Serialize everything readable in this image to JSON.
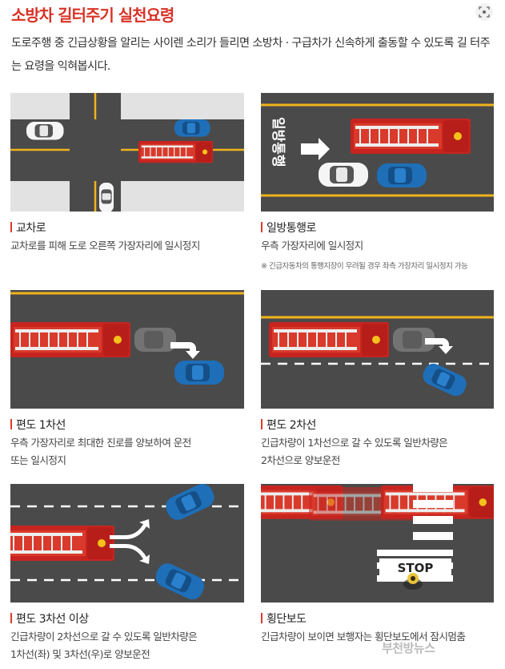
{
  "header": {
    "title": "소방차 길터주기 실천요령",
    "intro": "도로주행 중 긴급상황을 알리는 사이렌 소리가 들리면 소방차 · 구급차가 신속하게 출동할 수 있도록 길 터주는 요령을 익혀봅시다."
  },
  "panels": [
    {
      "title": "교차로",
      "lines": [
        "교차로를 피해 도로 오른쪽 가장자리에 일시정지"
      ]
    },
    {
      "title": "일방통행로",
      "lines": [
        "우측 가장자리에 일시정지"
      ],
      "note": "※ 긴급자동차의 통행지장이 우려될 경우 좌측 가장자리 일시정지 가능",
      "road_text": "일방통행"
    },
    {
      "title": "편도 1차선",
      "lines": [
        "우측 가장자리로 최대한 진로를 양보하여 운전",
        "또는 일시정지"
      ]
    },
    {
      "title": "편도 2차선",
      "lines": [
        "긴급차량이 1차선으로 갈 수 있도록 일반차량은",
        "2차선으로 양보운전"
      ]
    },
    {
      "title": "편도 3차선 이상",
      "lines": [
        "긴급차량이 2차선으로 갈 수 있도록 일반차량은",
        "1차선(좌) 및 3차선(우)로 양보운전"
      ]
    },
    {
      "title": "횡단보도",
      "lines": [
        "긴급차량이 보이면 보행자는 횡단보도에서 잠시멈춤"
      ],
      "sign_text": "STOP"
    }
  ],
  "watermark": "부천방뉴스",
  "colors": {
    "accent": "#d93226",
    "road": "#4a4a4a",
    "lane_yellow": "#f0b31c",
    "truck_red": "#c8241f",
    "car_blue": "#1e6fb8"
  }
}
